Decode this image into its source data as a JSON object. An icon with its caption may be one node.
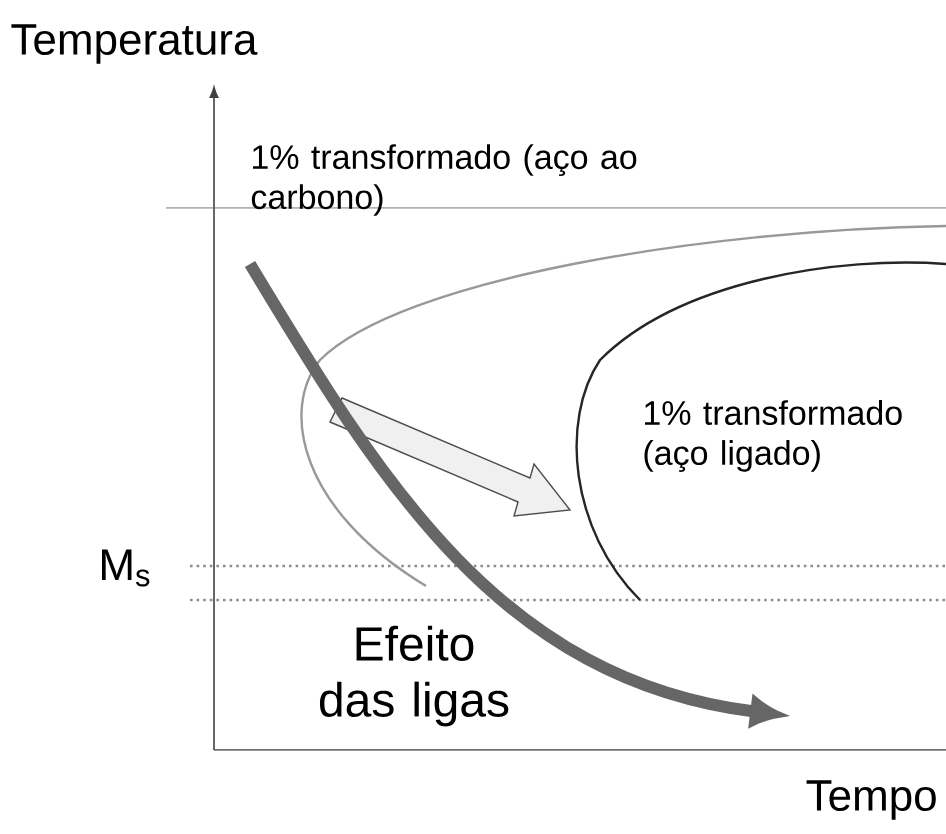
{
  "diagram": {
    "labels": [
      "Temperatura",
      "1% transformado (aço ao carbono)",
      "1% transformado (aço ligado)",
      "M$_{s}$",
      "Efeito das ligas",
      "Tempo"
    ]
  }
}
